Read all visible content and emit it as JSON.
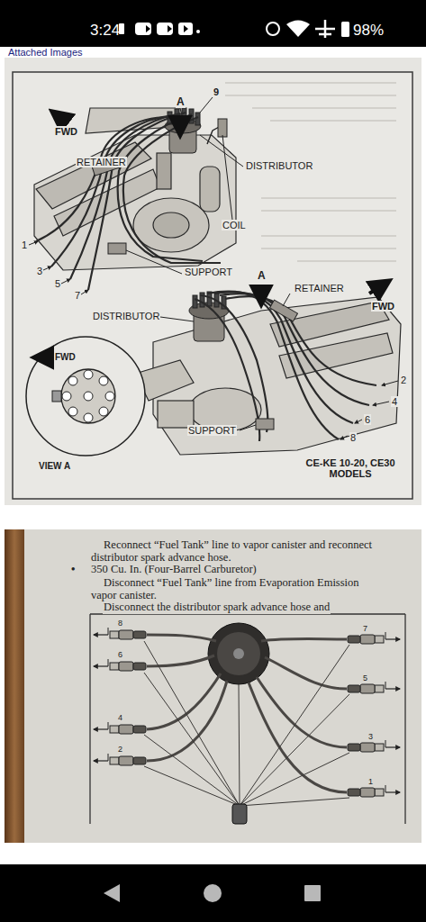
{
  "diagram": {
    "caption": "CE-KE 10-20, CE30 MODELS",
    "labels": [
      "3:24",
      "98%",
      "Attached Images",
      "FWD",
      "A",
      "9",
      "RETAINER",
      "DISTRIBUTOR",
      "COIL",
      "1",
      "3",
      "5",
      "7",
      "SUPPORT",
      "A",
      "RETAINER",
      "FWD",
      "DISTRIBUTOR",
      "FWD",
      "2",
      "4",
      "6",
      "8",
      "SUPPORT",
      "VIEW A",
      "Reconnect “Fuel Tank” line to vapor canister and reconnect distributor spark advance hose.",
      "•",
      "350 Cu. In. (Four-Barrel Carburetor)",
      "Disconnect “Fuel Tank” line from Evaporation Emission vapor canister.",
      "Disconnect the distributor spark advance hose and",
      "8",
      "7",
      "6",
      "5",
      "4",
      "3",
      "2",
      "1"
    ]
  }
}
